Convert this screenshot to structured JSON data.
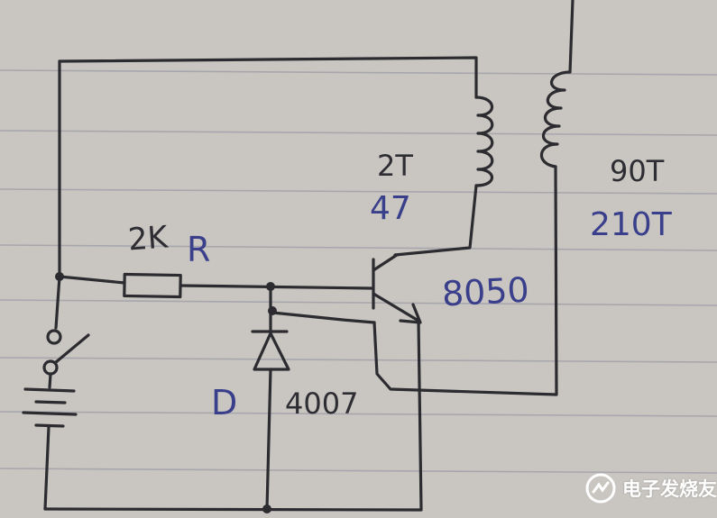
{
  "labels": {
    "resistor_value": "2K",
    "resistor_name": "R",
    "coil_small_turns_a": "2T",
    "coil_small_turns_b": "47",
    "coil_large_turns_a": "90T",
    "coil_large_turns_b": "210T",
    "transistor": "8050",
    "diode_name": "D",
    "diode_part": "4007"
  },
  "watermark": {
    "text": "电子发烧友",
    "icon": "elecfans-logo-icon"
  },
  "colors": {
    "paper": "#c9c6c1",
    "pencil": "#2b2b30",
    "blue_ink": "#3a3f8c",
    "rule": "#a7a6ad"
  }
}
